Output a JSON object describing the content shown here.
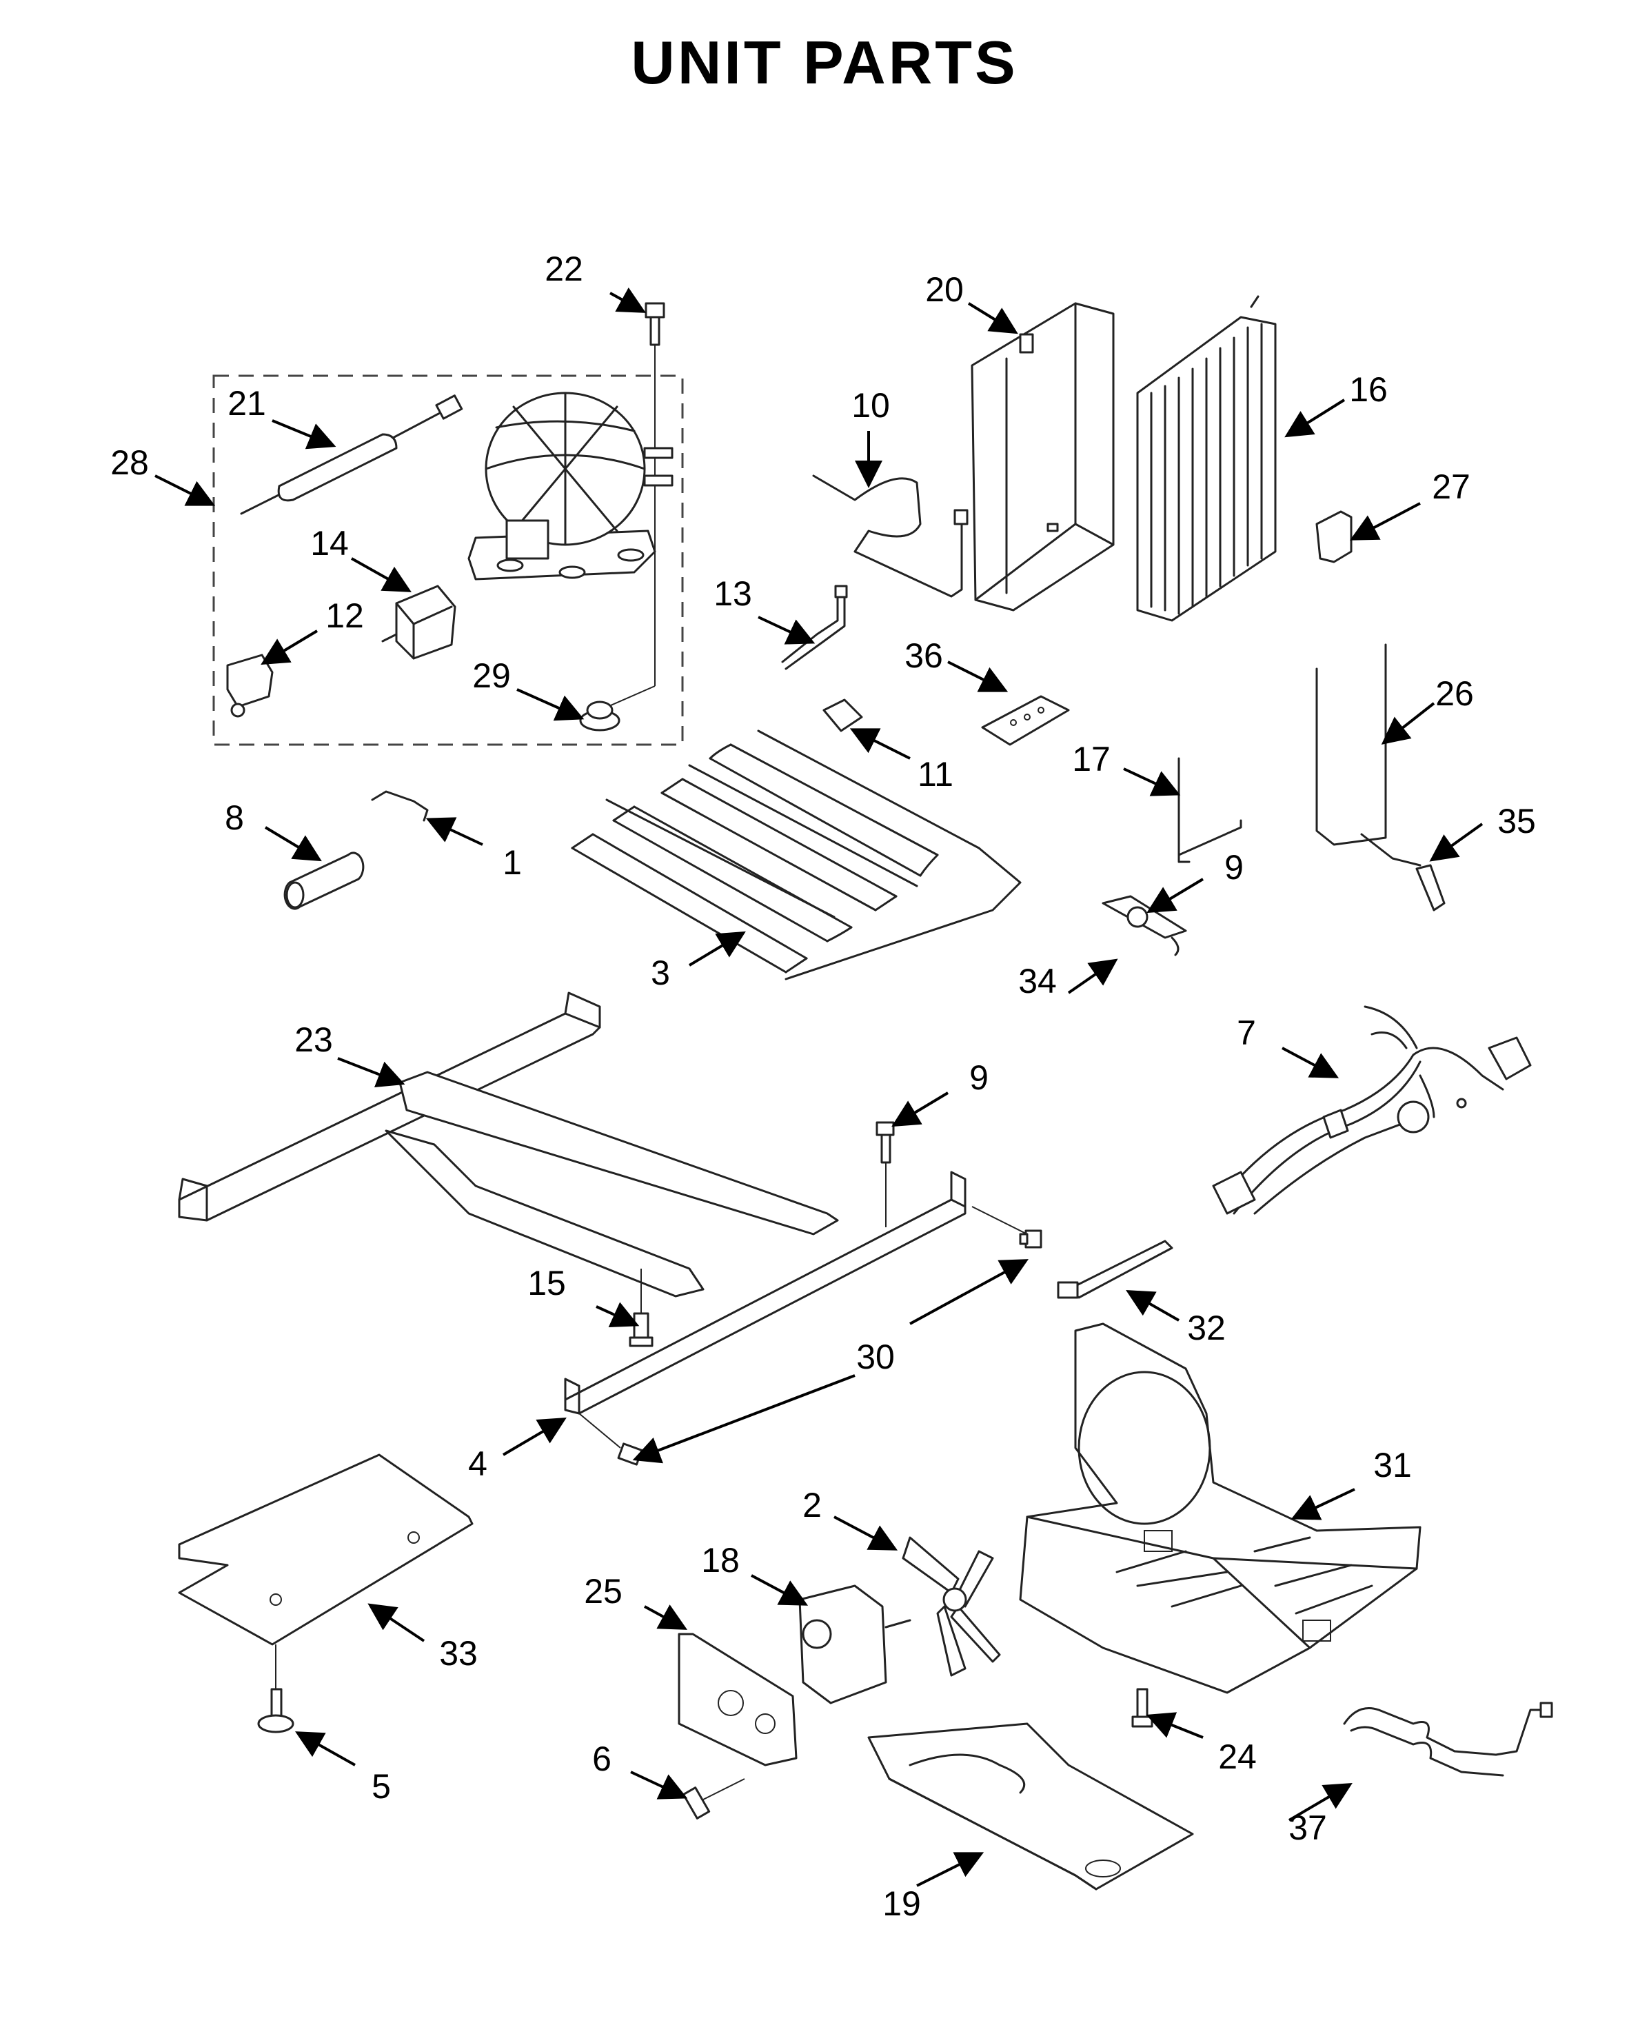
{
  "title": "UNIT PARTS",
  "callouts": [
    "22",
    "20",
    "16",
    "21",
    "10",
    "28",
    "27",
    "14",
    "12",
    "13",
    "36",
    "29",
    "26",
    "11",
    "17",
    "8",
    "1",
    "35",
    "9",
    "3",
    "34",
    "7",
    "23",
    "9",
    "15",
    "32",
    "30",
    "31",
    "4",
    "2",
    "18",
    "25",
    "33",
    "24",
    "5",
    "6",
    "37",
    "19"
  ]
}
